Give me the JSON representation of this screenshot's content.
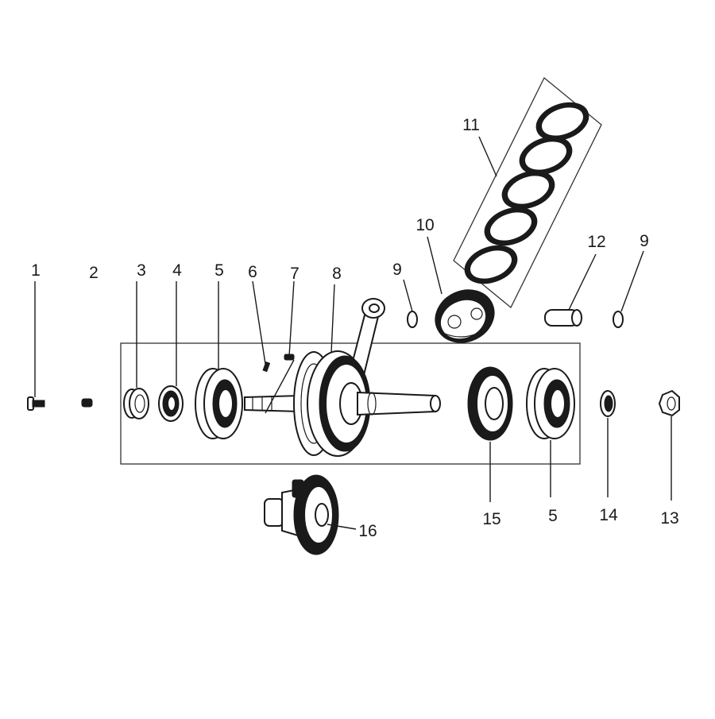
{
  "diagram": {
    "callouts": [
      {
        "id": "c1",
        "text": "1"
      },
      {
        "id": "c2",
        "text": "2"
      },
      {
        "id": "c3",
        "text": "3"
      },
      {
        "id": "c4",
        "text": "4"
      },
      {
        "id": "c5a",
        "text": "5"
      },
      {
        "id": "c6",
        "text": "6"
      },
      {
        "id": "c7",
        "text": "7"
      },
      {
        "id": "c8",
        "text": "8"
      },
      {
        "id": "c9a",
        "text": "9"
      },
      {
        "id": "c10",
        "text": "10"
      },
      {
        "id": "c11",
        "text": "11"
      },
      {
        "id": "c12",
        "text": "12"
      },
      {
        "id": "c9b",
        "text": "9"
      },
      {
        "id": "c15",
        "text": "15"
      },
      {
        "id": "c5b",
        "text": "5"
      },
      {
        "id": "c14",
        "text": "14"
      },
      {
        "id": "c13",
        "text": "13"
      },
      {
        "id": "c16",
        "text": "16"
      }
    ]
  }
}
